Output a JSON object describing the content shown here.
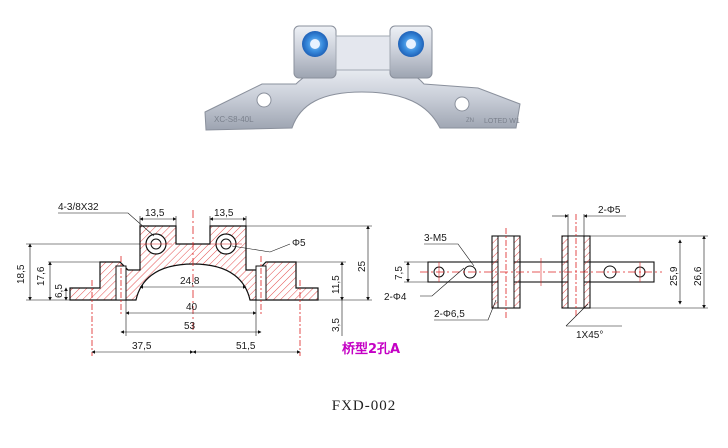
{
  "photo": {
    "stamp_left": "XC-S8-40L",
    "stamp_right": "LOTED W1",
    "stamp_center": "ZN"
  },
  "front_view": {
    "dims": {
      "thread_note": "4-3/8X32",
      "top_left_width": "13,5",
      "top_right_width": "13,5",
      "bore_diameter": "Φ5",
      "total_height": "18,5",
      "inner_height": "17,6",
      "foot_height": "6,5",
      "right_height": "25",
      "right_inner": "11,5",
      "lower_gap": "3,5",
      "arch_width": "24,8",
      "inner_span": "40",
      "outer_span": "53",
      "left_offset": "37,5",
      "right_offset": "51,5"
    }
  },
  "top_view": {
    "dims": {
      "port_thread": "3-M5",
      "hole_note": "2-Φ4",
      "small_hole": "2-Φ6,5",
      "top_hole": "2-Φ5",
      "chamfer": "1X45°",
      "left_height": "7,5",
      "right_height_1": "25,9",
      "right_height_2": "26,6"
    }
  },
  "caption": "桥型2孔A",
  "model_code": "FXD-002"
}
